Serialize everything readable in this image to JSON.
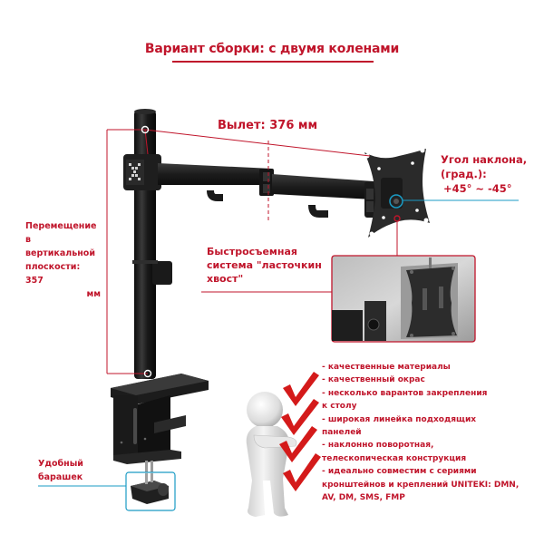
{
  "title": "Вариант сборки: с двумя коленами",
  "annotations": {
    "reach": "Вылет: 376 мм",
    "tilt": {
      "line1": "Угол наклона,",
      "line2": "(град.):",
      "line3": "+45° ~ -45°"
    },
    "vertical": {
      "line1": "Перемещение",
      "line2": "в вертикальной",
      "line3": "плоскости: 357",
      "line4": "мм"
    },
    "dovetail": {
      "line1": "Быстросъемная",
      "line2": "система \"ласточкин",
      "line3": "хвост\""
    },
    "knob": {
      "line1": "Удобный",
      "line2": "барашек"
    }
  },
  "features": [
    "- качественные материалы",
    "- качественный окрас",
    "- несколько варантов закрепления",
    "к столу",
    "- широкая линейка подходящих",
    "панелей",
    "- наклонно поворотная,",
    "телескопическая конструкция",
    "- идеально совместим с сериями",
    "кронштейнов и креплений UNITEKI: DMN,",
    "AV, DM, SMS, FMP"
  ],
  "colors": {
    "accent_red": "#c0152b",
    "accent_blue": "#1a9bc4",
    "metal_black": "#1e1e1e"
  },
  "icons": {
    "checkmarks": [
      "check-icon",
      "check-icon",
      "check-icon",
      "check-icon",
      "check-icon"
    ],
    "figure": "3d-person-figure"
  }
}
